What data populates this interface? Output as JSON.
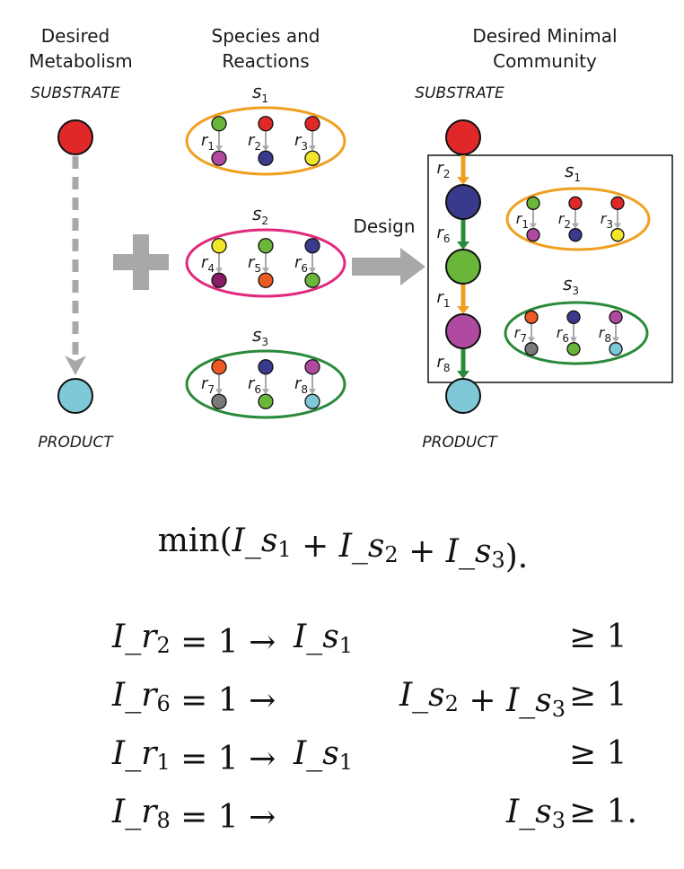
{
  "headers": {
    "desired_metabolism": [
      "Desired",
      "Metabolism"
    ],
    "species_reactions": [
      "Species and",
      "Reactions"
    ],
    "desired_community": [
      "Desired Minimal",
      "Community"
    ]
  },
  "labels": {
    "substrate": "SUBSTRATE",
    "product": "PRODUCT",
    "design": "Design"
  },
  "species": [
    {
      "name": "s",
      "index": "1",
      "color": "#f0a020",
      "reactions": [
        {
          "r": "r",
          "i": "1",
          "from": "#6ab63b",
          "to": "#b04aa0"
        },
        {
          "r": "r",
          "i": "2",
          "from": "#e02828",
          "to": "#3a3a8c"
        },
        {
          "r": "r",
          "i": "3",
          "from": "#e02828",
          "to": "#f2e62a"
        }
      ]
    },
    {
      "name": "s",
      "index": "2",
      "color": "#e0287c",
      "reactions": [
        {
          "r": "r",
          "i": "4",
          "from": "#f2e62a",
          "to": "#8a1a6a"
        },
        {
          "r": "r",
          "i": "5",
          "from": "#6ab63b",
          "to": "#ee5a24"
        },
        {
          "r": "r",
          "i": "6",
          "from": "#3a3a8c",
          "to": "#6ab63b"
        }
      ]
    },
    {
      "name": "s",
      "index": "3",
      "color": "#2a8a3a",
      "reactions": [
        {
          "r": "r",
          "i": "7",
          "from": "#ee5a24",
          "to": "#7a7a7a"
        },
        {
          "r": "r",
          "i": "6",
          "from": "#3a3a8c",
          "to": "#6ab63b"
        },
        {
          "r": "r",
          "i": "8",
          "from": "#b04aa0",
          "to": "#7ec8d8"
        }
      ]
    }
  ],
  "pathway": [
    {
      "r": "r",
      "i": "2",
      "arrow_color": "#f0a020"
    },
    {
      "r": "r",
      "i": "6",
      "arrow_color": "#2a8a3a"
    },
    {
      "r": "r",
      "i": "1",
      "arrow_color": "#f0a020"
    },
    {
      "r": "r",
      "i": "8",
      "arrow_color": "#2a8a3a"
    }
  ],
  "colors": {
    "substrate": "#e02828",
    "product": "#7ec8d8",
    "intermediate_1": "#3a3a8c",
    "intermediate_2": "#6ab63b",
    "intermediate_3": "#b04aa0",
    "gray_arrow": "#a8a8a8"
  },
  "equations": {
    "objective": [
      "min(",
      "I",
      "_",
      "s",
      "1",
      " + ",
      "I",
      "_",
      "s",
      "2",
      " + ",
      "I",
      "_",
      "s",
      "3",
      ")."
    ],
    "constraints": [
      {
        "lhs_r": "2",
        "rhs": [
          {
            "s": "1"
          }
        ],
        "end": "≥ 1"
      },
      {
        "lhs_r": "6",
        "rhs": [
          {
            "s": "2"
          },
          {
            "s": "3"
          }
        ],
        "end": "≥ 1"
      },
      {
        "lhs_r": "1",
        "rhs": [
          {
            "s": "1"
          }
        ],
        "end": "≥ 1"
      },
      {
        "lhs_r": "8",
        "rhs": [
          {
            "s": "3"
          }
        ],
        "end": "≥ 1."
      }
    ]
  }
}
